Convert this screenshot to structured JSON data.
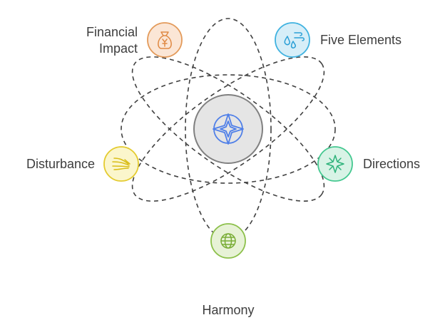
{
  "diagram": {
    "center": {
      "icon": "compass-icon",
      "fill": "#e5e5e5",
      "stroke": "#808080",
      "icon_color": "#4f7fe8"
    },
    "nodes": [
      {
        "id": "financial-impact",
        "label_lines": [
          "Financial",
          "Impact"
        ],
        "icon": "money-bag-yen-icon",
        "fill": "#fbe6d6",
        "stroke": "#e39a5a",
        "icon_color": "#e08a45"
      },
      {
        "id": "five-elements",
        "label_lines": [
          "Five Elements"
        ],
        "icon": "water-drops-wind-icon",
        "fill": "#d7eef8",
        "stroke": "#3fb2e0",
        "icon_color": "#2a9fd6"
      },
      {
        "id": "directions",
        "label_lines": [
          "Directions"
        ],
        "icon": "direction-star-icon",
        "fill": "#d8f3e6",
        "stroke": "#44c890",
        "icon_color": "#2fb37b"
      },
      {
        "id": "harmony",
        "label_lines": [
          "Harmony"
        ],
        "icon": "globe-icon",
        "fill": "#e7f2d6",
        "stroke": "#8cc04a",
        "icon_color": "#79ad36"
      },
      {
        "id": "disturbance",
        "label_lines": [
          "Disturbance"
        ],
        "icon": "wind-lines-icon",
        "fill": "#fbf6cc",
        "stroke": "#e4cb2f",
        "icon_color": "#d9bd17"
      }
    ]
  }
}
